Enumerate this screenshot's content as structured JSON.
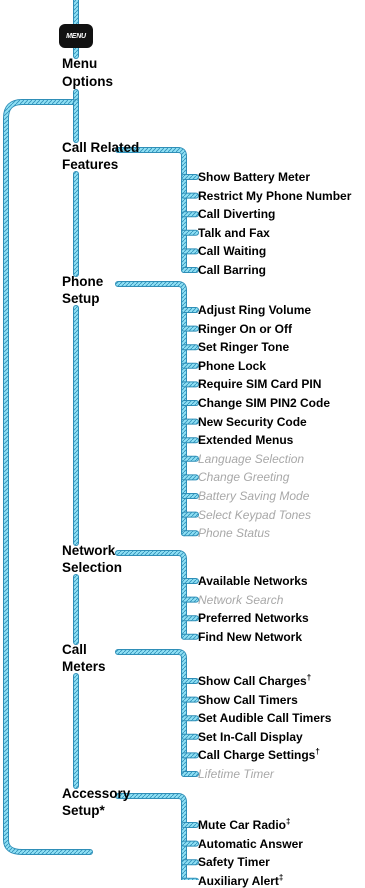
{
  "menu_key_label": "MENU",
  "root_title": [
    "Menu",
    "Options"
  ],
  "groups": [
    {
      "title": [
        "Call Related",
        "Features"
      ],
      "items": [
        {
          "text": "Show Battery Meter",
          "mark": "",
          "dim": false
        },
        {
          "text": "Restrict My Phone Number",
          "mark": "",
          "dim": false
        },
        {
          "text": "Call Diverting",
          "mark": "",
          "dim": false
        },
        {
          "text": "Talk and Fax",
          "mark": "",
          "dim": false
        },
        {
          "text": "Call Waiting",
          "mark": "",
          "dim": false
        },
        {
          "text": "Call Barring",
          "mark": "",
          "dim": false
        }
      ]
    },
    {
      "title": [
        "Phone",
        "Setup"
      ],
      "items": [
        {
          "text": "Adjust Ring Volume",
          "mark": "",
          "dim": false
        },
        {
          "text": "Ringer On or Off",
          "mark": "",
          "dim": false
        },
        {
          "text": "Set Ringer Tone",
          "mark": "",
          "dim": false
        },
        {
          "text": "Phone Lock",
          "mark": "",
          "dim": false
        },
        {
          "text": "Require SIM Card PIN",
          "mark": "",
          "dim": false
        },
        {
          "text": "Change SIM PIN2 Code",
          "mark": "",
          "dim": false
        },
        {
          "text": "New Security Code",
          "mark": "",
          "dim": false
        },
        {
          "text": "Extended Menus",
          "mark": "",
          "dim": false
        },
        {
          "text": "Language Selection",
          "mark": "",
          "dim": true
        },
        {
          "text": "Change Greeting",
          "mark": "",
          "dim": true
        },
        {
          "text": "Battery Saving Mode",
          "mark": "",
          "dim": true
        },
        {
          "text": "Select Keypad Tones",
          "mark": "",
          "dim": true
        },
        {
          "text": "Phone Status",
          "mark": "",
          "dim": true
        }
      ]
    },
    {
      "title": [
        "Network",
        "Selection"
      ],
      "items": [
        {
          "text": "Available Networks",
          "mark": "",
          "dim": false
        },
        {
          "text": "Network Search",
          "mark": "",
          "dim": true
        },
        {
          "text": "Preferred Networks",
          "mark": "",
          "dim": false
        },
        {
          "text": "Find New Network",
          "mark": "",
          "dim": false
        }
      ]
    },
    {
      "title": [
        "Call",
        "Meters"
      ],
      "items": [
        {
          "text": "Show Call Charges",
          "mark": "†",
          "dim": false
        },
        {
          "text": "Show Call Timers",
          "mark": "",
          "dim": false
        },
        {
          "text": "Set Audible Call Timers",
          "mark": "",
          "dim": false
        },
        {
          "text": "Set In-Call Display",
          "mark": "",
          "dim": false
        },
        {
          "text": "Call Charge Settings",
          "mark": "†",
          "dim": false
        },
        {
          "text": "Lifetime Timer",
          "mark": "",
          "dim": true
        }
      ]
    },
    {
      "title": [
        "Accessory",
        "Setup*"
      ],
      "items": [
        {
          "text": "Mute Car Radio",
          "mark": "‡",
          "dim": false
        },
        {
          "text": "Automatic Answer",
          "mark": "",
          "dim": false
        },
        {
          "text": "Safety Timer",
          "mark": "",
          "dim": false
        },
        {
          "text": "Auxiliary Alert",
          "mark": "‡",
          "dim": false
        }
      ]
    }
  ],
  "colors": {
    "connector": "#6fd3ee",
    "connector_edge": "#2f8fb8",
    "text": "#000000",
    "dim_text": "#a8a8a8"
  }
}
